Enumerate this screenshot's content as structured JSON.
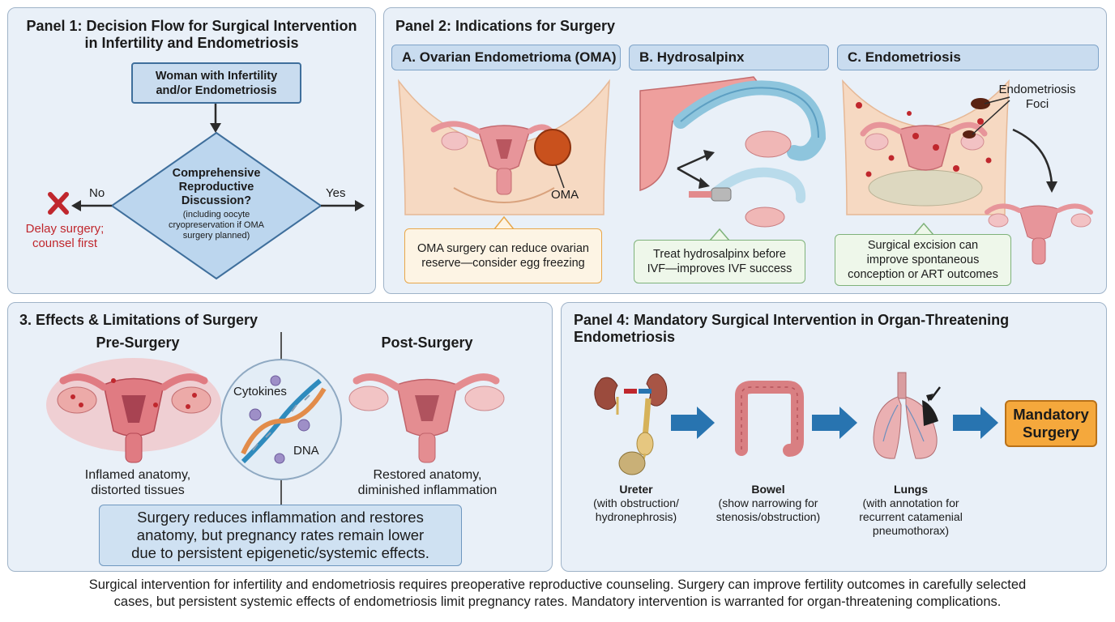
{
  "panel1": {
    "title_line1": "Panel 1: Decision Flow for Surgical Intervention",
    "title_line2": "in Infertility and Endometriosis",
    "start_line1": "Woman with Infertility",
    "start_line2": "and/or Endometriosis",
    "decision_line1": "Comprehensive",
    "decision_line2": "Reproductive",
    "decision_line3": "Discussion?",
    "decision_note1": "(including oocyte",
    "decision_note2": "cryopreservation if OMA",
    "decision_note3": "surgery planned)",
    "no_label": "No",
    "yes_label": "Yes",
    "no_outcome_line1": "Delay surgery;",
    "no_outcome_line2": "counsel first"
  },
  "panel2": {
    "title": "Panel 2: Indications for Surgery",
    "a_header": "A. Ovarian Endometrioma (OMA)",
    "a_label": "OMA",
    "a_callout_line1": "OMA surgery can reduce ovarian",
    "a_callout_line2": "reserve—consider egg freezing",
    "b_header": "B. Hydrosalpinx",
    "b_callout_line1": "Treat hydrosalpinx before",
    "b_callout_line2": "IVF—improves IVF success",
    "c_header": "C. Endometriosis",
    "c_label_line1": "Endometriosis",
    "c_label_line2": "Foci",
    "c_callout_line1": "Surgical excision can",
    "c_callout_line2": "improve spontaneous",
    "c_callout_line3": "conception or ART outcomes"
  },
  "panel3": {
    "title": "3. Effects & Limitations of Surgery",
    "pre_title": "Pre-Surgery",
    "post_title": "Post-Surgery",
    "cytokines": "Cytokines",
    "dna": "DNA",
    "pre_caption_line1": "Inflamed anatomy,",
    "pre_caption_line2": "distorted tissues",
    "post_caption_line1": "Restored anatomy,",
    "post_caption_line2": "diminished inflammation",
    "summary_line1": "Surgery reduces inflammation and restores",
    "summary_line2": "anatomy, but pregnancy rates remain lower",
    "summary_line3": "due to persistent epigenetic/systemic effects."
  },
  "panel4": {
    "title_line1": "Panel 4: Mandatory Surgical Intervention in Organ-Threatening",
    "title_line2": "Endometriosis",
    "ureter": "Ureter",
    "ureter_note1": "(with obstruction/",
    "ureter_note2": "hydronephrosis)",
    "bowel": "Bowel",
    "bowel_note1": "(show narrowing for",
    "bowel_note2": "stenosis/obstruction)",
    "lungs": "Lungs",
    "lungs_note1": "(with annotation for",
    "lungs_note2": "recurrent catamenial",
    "lungs_note3": "pneumothorax)",
    "mandatory_line1": "Mandatory",
    "mandatory_line2": "Surgery"
  },
  "footer": {
    "line1": "Surgical intervention for infertility and endometriosis requires preoperative reproductive counseling. Surgery can improve fertility outcomes in carefully selected",
    "line2": "cases, but persistent systemic effects of endometriosis limit pregnancy rates. Mandatory intervention is warranted for organ-threatening complications."
  },
  "colors": {
    "panel_bg": "#e9f0f8",
    "box_blue": "#c9dcef",
    "decision_fill": "#bcd6ee",
    "no_red": "#c0272d",
    "arrow_blue": "#2874b0",
    "mandatory_orange": "#f5a83c",
    "callout_orange": "#fdf4e4",
    "callout_green": "#eef7ea",
    "tissue_pink": "#e58f90"
  }
}
